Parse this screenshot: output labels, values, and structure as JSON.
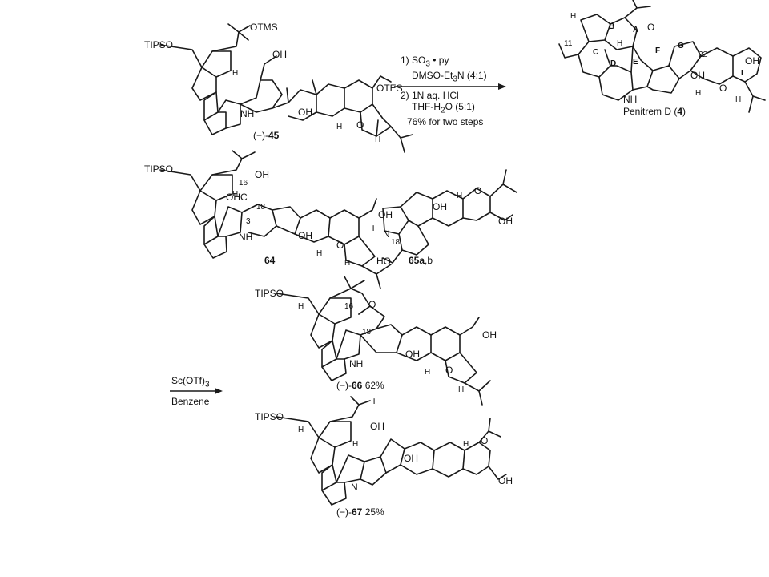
{
  "structures": {
    "s45": {
      "label_prefix": "(−)-",
      "label_num": "45",
      "groups": [
        "TIPSO",
        "OTMS",
        "OH",
        "H",
        "NH",
        "OH",
        "OTES",
        "H",
        "O",
        "H"
      ]
    },
    "s64": {
      "label_num": "64",
      "groups": [
        "TIPSO",
        "OH",
        "H",
        "16",
        "OHC",
        "18",
        "3",
        "NH",
        "OH",
        "OH",
        "O",
        "H",
        "H"
      ]
    },
    "s65": {
      "label_num": "65a",
      "label_suffix": ",b",
      "groups": [
        "N",
        "18",
        "HO",
        "O",
        "H",
        "OH",
        "OH"
      ]
    },
    "s66": {
      "label_prefix": "(−)-",
      "label_num": "66",
      "label_yield": " 62%",
      "groups": [
        "TIPSO",
        "H",
        "O",
        "16",
        "18",
        "NH",
        "OH",
        "OH",
        "O",
        "H",
        "H"
      ]
    },
    "s67": {
      "label_prefix": "(−)-",
      "label_num": "67",
      "label_yield": " 25%",
      "groups": [
        "TIPSO",
        "OH",
        "H",
        "H",
        "N",
        "OH",
        "O",
        "H",
        "OH"
      ]
    },
    "penitrem": {
      "label_text": "Penitrem D (",
      "label_num": "4",
      "label_close": ")",
      "rings": [
        "A",
        "B",
        "C",
        "D",
        "E",
        "F",
        "G",
        "I"
      ],
      "groups": [
        "H",
        "O",
        "11",
        "H",
        "NH",
        "22",
        "OH",
        "OH",
        "H",
        "O",
        "H"
      ]
    }
  },
  "step1": {
    "line1": "1) SO",
    "line1_sub": "3",
    "line1_rest": " • py",
    "line2": "DMSO-Et",
    "line2_sub": "3",
    "line2_rest": "N (4:1)",
    "line3": "2) 1N aq. HCl",
    "line4": "THF-H",
    "line4_sub": "2",
    "line4_rest": "O (5:1)",
    "line5": "76% for two steps"
  },
  "step2": {
    "reagent": "Sc(OTf)",
    "reagent_sub": "3",
    "solvent": "Benzene"
  },
  "plus_signs": [
    "+",
    "+"
  ]
}
